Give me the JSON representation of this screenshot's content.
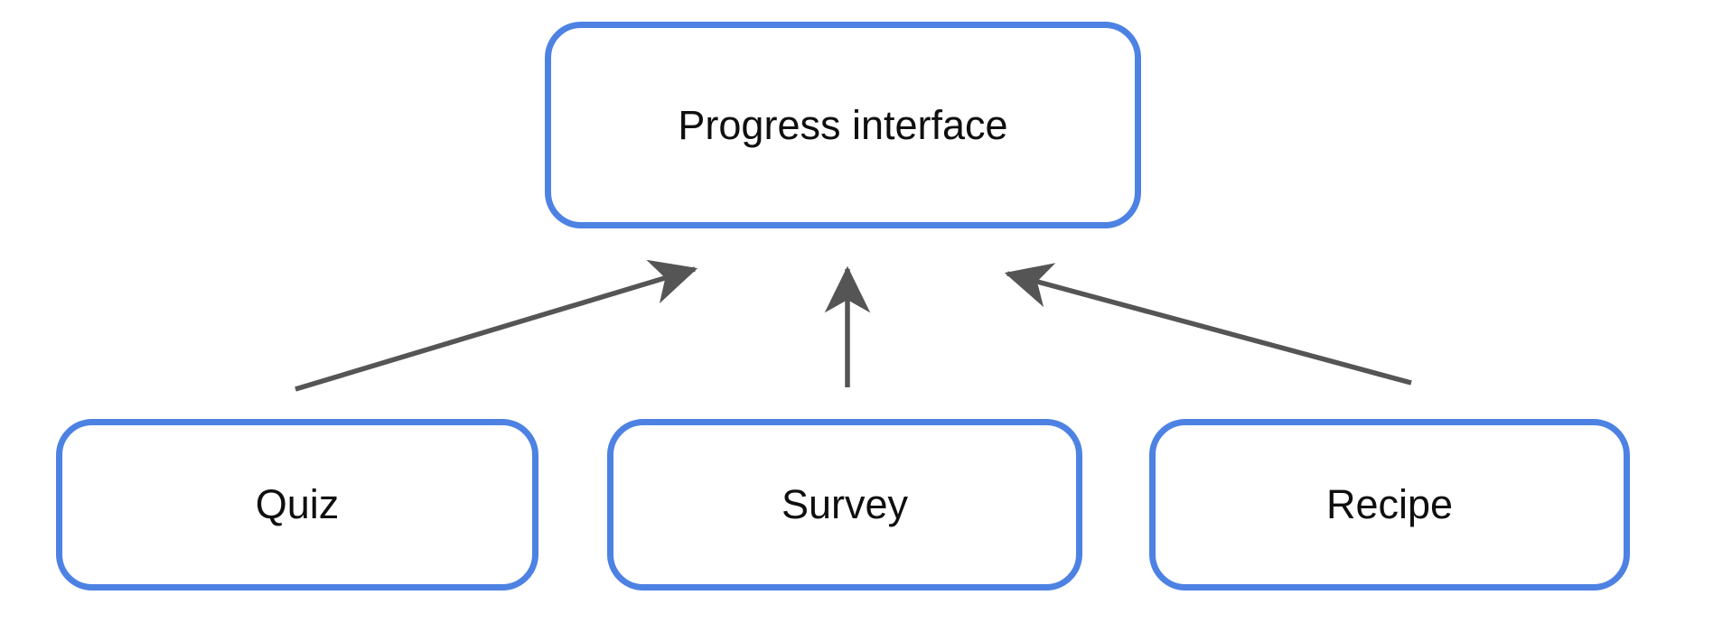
{
  "diagram": {
    "title": "Progress interface sources diagram",
    "background_color": "#ffffff",
    "node_border_color": "#4d82e3",
    "node_fill_color": "#ffffff",
    "edge_color": "#555555",
    "text_color": "#0f0f0f",
    "nodes": {
      "root": {
        "label": "Progress interface",
        "shape": "rounded-rectangle"
      },
      "quiz": {
        "label": "Quiz",
        "shape": "rounded-rectangle"
      },
      "survey": {
        "label": "Survey",
        "shape": "rounded-rectangle"
      },
      "recipe": {
        "label": "Recipe",
        "shape": "rounded-rectangle"
      }
    },
    "edges": [
      {
        "from": "quiz",
        "to": "root",
        "style": "solid",
        "arrowhead": "open-triangle"
      },
      {
        "from": "survey",
        "to": "root",
        "style": "solid",
        "arrowhead": "open-triangle"
      },
      {
        "from": "recipe",
        "to": "root",
        "style": "solid",
        "arrowhead": "open-triangle"
      }
    ]
  }
}
